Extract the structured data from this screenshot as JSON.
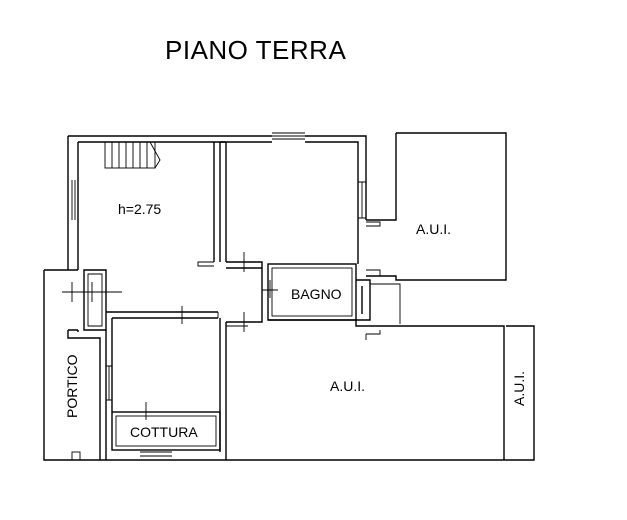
{
  "title": "PIANO TERRA",
  "rooms": {
    "height_label": "h=2.75",
    "bagno": "BAGNO",
    "aui_top": "A.U.I.",
    "aui_main": "A.U.I.",
    "aui_side": "A.U.I.",
    "portico": "PORTICO",
    "cottura": "COTTURA"
  }
}
